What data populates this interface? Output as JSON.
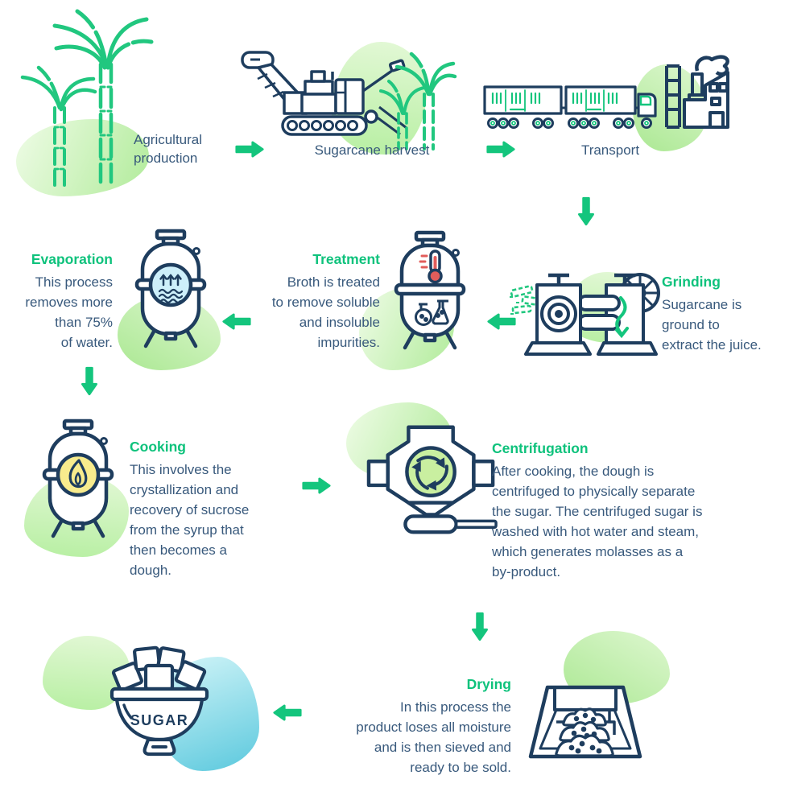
{
  "palette": {
    "icon_navy": "#1e3d5e",
    "body_text": "#38597c",
    "title_green": "#0ec27c",
    "arrow_green": "#14c57d",
    "cane_green": "#21c77f",
    "blob_green": "#b4ec9e",
    "blob_teal": "#67cde0",
    "window_blue": "#cdeffa",
    "flame_yellow": "#f8ec8d",
    "centrifuge_green": "#c9efa0",
    "thermometer_red": "#e25d5b"
  },
  "steps": {
    "agricultural": {
      "label": "Agricultural\nproduction"
    },
    "harvest": {
      "label": "Sugarcane harvest"
    },
    "transport": {
      "label": "Transport"
    },
    "grinding": {
      "title": "Grinding",
      "body": "Sugarcane is\nground to\nextract the juice."
    },
    "treatment": {
      "title": "Treatment",
      "body": "Broth is treated\nto remove soluble\nand insoluble\nimpurities."
    },
    "evaporation": {
      "title": "Evaporation",
      "body": "This process\nremoves more\nthan 75%\nof water."
    },
    "cooking": {
      "title": "Cooking",
      "body": "This involves the\ncrystallization and\nrecovery of sucrose\nfrom the syrup that\nthen becomes a\ndough."
    },
    "centrifugation": {
      "title": "Centrifugation",
      "body": "After cooking, the dough is\ncentrifuged to physically separate\nthe sugar. The centrifuged sugar is\nwashed with hot water and steam,\nwhich generates molasses as a\nby-product."
    },
    "drying": {
      "title": "Drying",
      "body": "In this process the\nproduct loses all moisture\nand is then sieved and\nready to be sold."
    },
    "sugar": {
      "label": "SUGAR"
    }
  },
  "icons": {
    "sugarcane_plant": "sugarcane-plant-icon",
    "harvester": "sugarcane-harvester-icon",
    "truck": "road-train-truck-icon",
    "factory": "factory-icon",
    "mill": "grinding-mill-icon",
    "treatment_tank": "treatment-tank-icon",
    "evaporation_tank": "evaporation-tank-icon",
    "cooking_tank": "cooking-tank-icon",
    "centrifuge": "centrifuge-icon",
    "drying_trays": "drying-trays-icon",
    "sugar_bowl": "sugar-bowl-icon",
    "flow_arrow": "flow-arrow-icon"
  }
}
